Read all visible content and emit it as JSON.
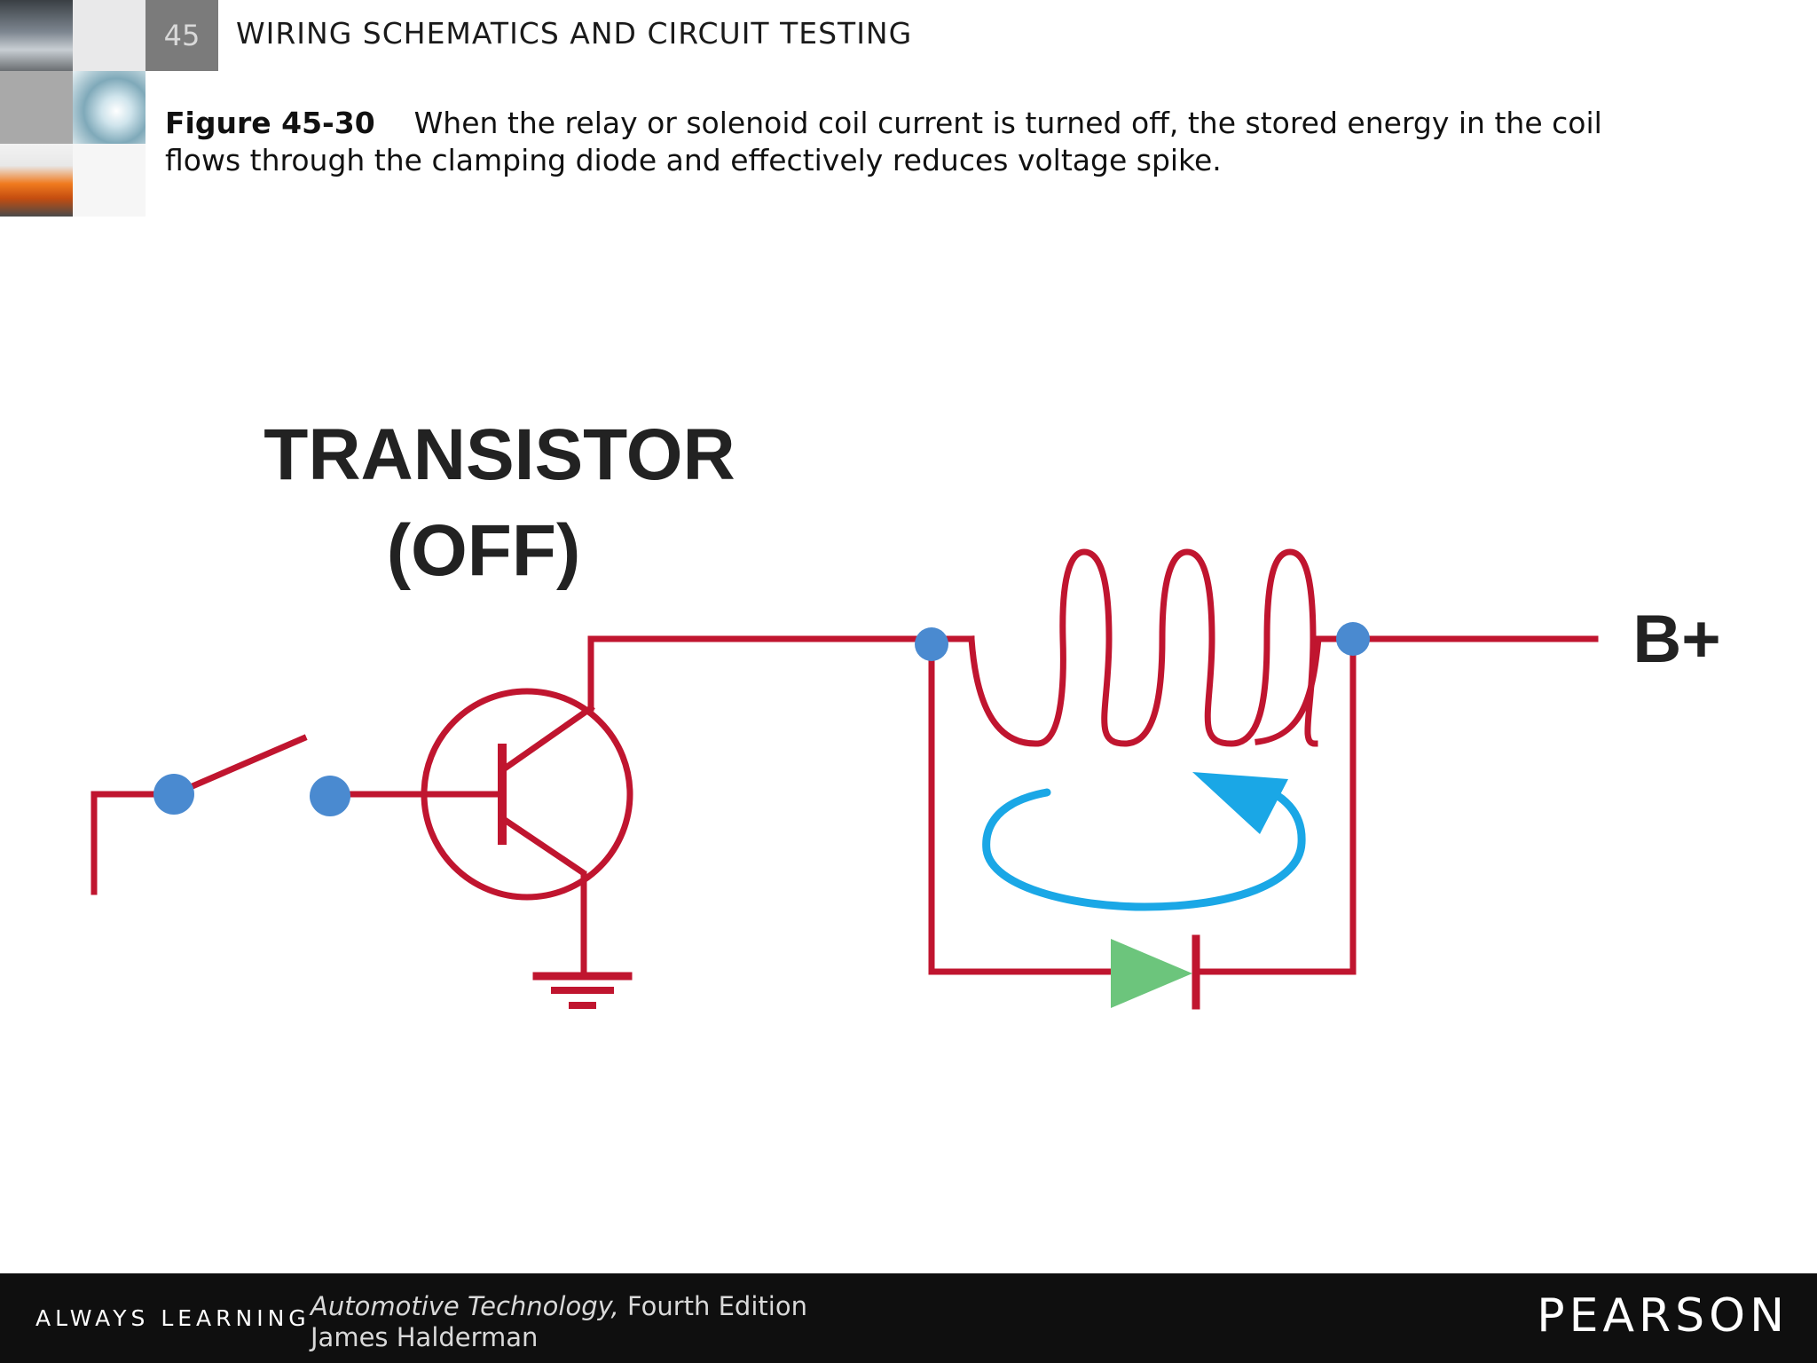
{
  "header": {
    "chapter_number": "45",
    "title": "WIRING SCHEMATICS AND CIRCUIT TESTING"
  },
  "caption": {
    "figure_label": "Figure 45-30",
    "text": "When the relay or solenoid coil current is turned off, the stored energy in the coil flows through the clamping diode and effectively reduces voltage spike."
  },
  "diagram": {
    "transistor_label_line1": "TRANSISTOR",
    "transistor_label_line2": "(OFF)",
    "battery_label": "B+",
    "colors": {
      "wire": "#c0152f",
      "node": "#4a8ad0",
      "current_arrow": "#1aa7e6",
      "diode": "#6cc57c",
      "label": "#222222"
    }
  },
  "footer": {
    "tagline": "ALWAYS LEARNING",
    "book_title": "Automotive Technology,",
    "edition": " Fourth Edition",
    "author": "James Halderman",
    "publisher": "PEARSON"
  }
}
